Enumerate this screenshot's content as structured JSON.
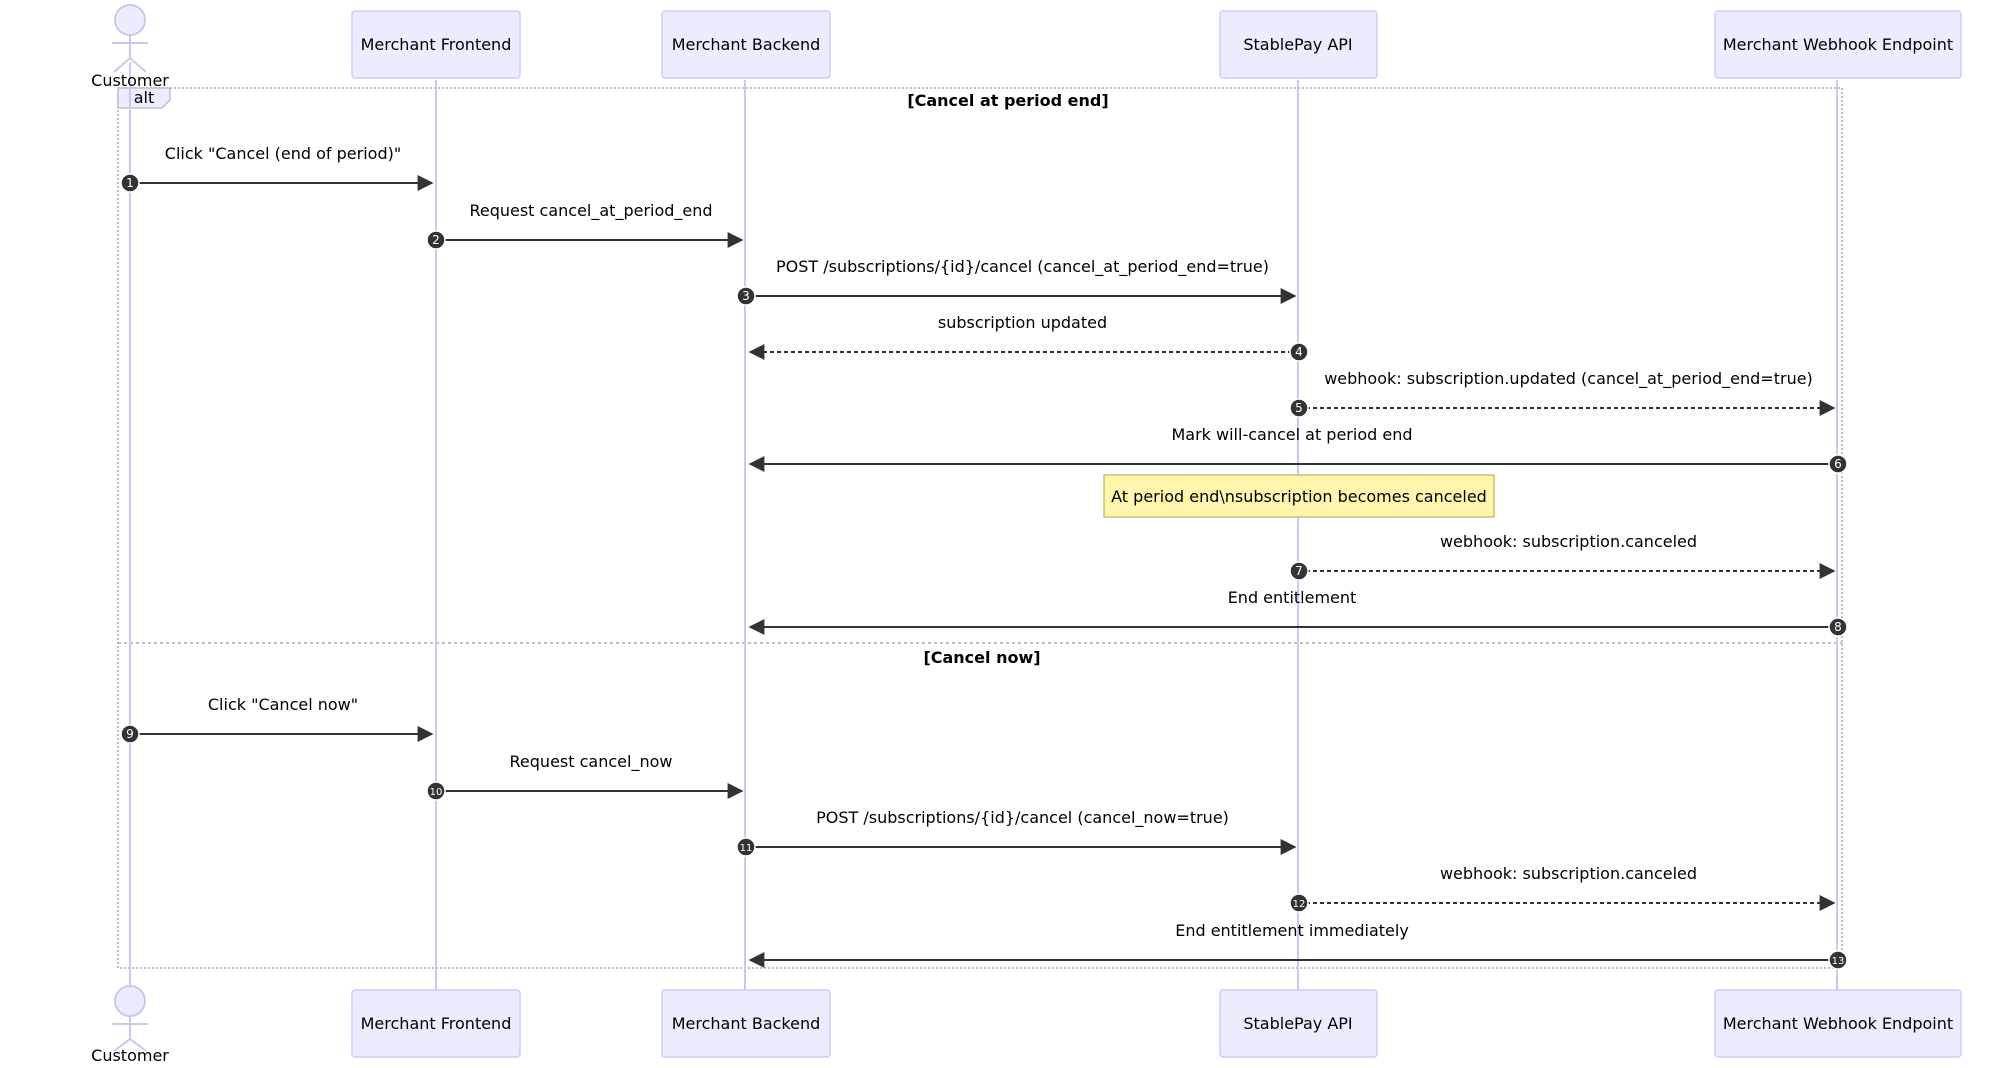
{
  "participants": [
    {
      "id": "customer",
      "label": "Customer",
      "kind": "actor"
    },
    {
      "id": "frontend",
      "label": "Merchant Frontend",
      "kind": "box"
    },
    {
      "id": "backend",
      "label": "Merchant Backend",
      "kind": "box"
    },
    {
      "id": "api",
      "label": "StablePay API",
      "kind": "box"
    },
    {
      "id": "webhook",
      "label": "Merchant Webhook Endpoint",
      "kind": "box"
    }
  ],
  "alt_block": {
    "keyword": "alt",
    "sections": [
      {
        "condition": "[Cancel at period end]"
      },
      {
        "condition": "[Cancel now]"
      }
    ]
  },
  "messages": [
    {
      "num": "1",
      "from": "customer",
      "to": "frontend",
      "text": "Click \"Cancel (end of period)\"",
      "style": "solid"
    },
    {
      "num": "2",
      "from": "frontend",
      "to": "backend",
      "text": "Request cancel_at_period_end",
      "style": "solid"
    },
    {
      "num": "3",
      "from": "backend",
      "to": "api",
      "text": "POST /subscriptions/{id}/cancel (cancel_at_period_end=true)",
      "style": "solid"
    },
    {
      "num": "4",
      "from": "api",
      "to": "backend",
      "text": "subscription updated",
      "style": "dashed"
    },
    {
      "num": "5",
      "from": "api",
      "to": "webhook",
      "text": "webhook: subscription.updated (cancel_at_period_end=true)",
      "style": "dashed"
    },
    {
      "num": "6",
      "from": "webhook",
      "to": "backend",
      "text": "Mark will-cancel at period end",
      "style": "solid"
    },
    {
      "num": "7",
      "from": "api",
      "to": "webhook",
      "text": "webhook: subscription.canceled",
      "style": "dashed"
    },
    {
      "num": "8",
      "from": "webhook",
      "to": "backend",
      "text": "End entitlement",
      "style": "solid"
    },
    {
      "num": "9",
      "from": "customer",
      "to": "frontend",
      "text": "Click \"Cancel now\"",
      "style": "solid"
    },
    {
      "num": "10",
      "from": "frontend",
      "to": "backend",
      "text": "Request cancel_now",
      "style": "solid"
    },
    {
      "num": "11",
      "from": "backend",
      "to": "api",
      "text": "POST /subscriptions/{id}/cancel (cancel_now=true)",
      "style": "solid"
    },
    {
      "num": "12",
      "from": "api",
      "to": "webhook",
      "text": "webhook: subscription.canceled",
      "style": "dashed"
    },
    {
      "num": "13",
      "from": "webhook",
      "to": "backend",
      "text": "End entitlement immediately",
      "style": "solid"
    }
  ],
  "note": {
    "over": "api",
    "text": "At period end\\nsubscription becomes canceled"
  },
  "colors": {
    "participant_fill": "#ECECFF",
    "participant_stroke": "#CCCCFF",
    "lifeline": "#C9C9EF",
    "arrow": "#333333",
    "badge": "#333333",
    "note_fill": "#FFF5AD",
    "note_stroke": "#AAAA33",
    "alt_border": "#AAAAAA"
  }
}
